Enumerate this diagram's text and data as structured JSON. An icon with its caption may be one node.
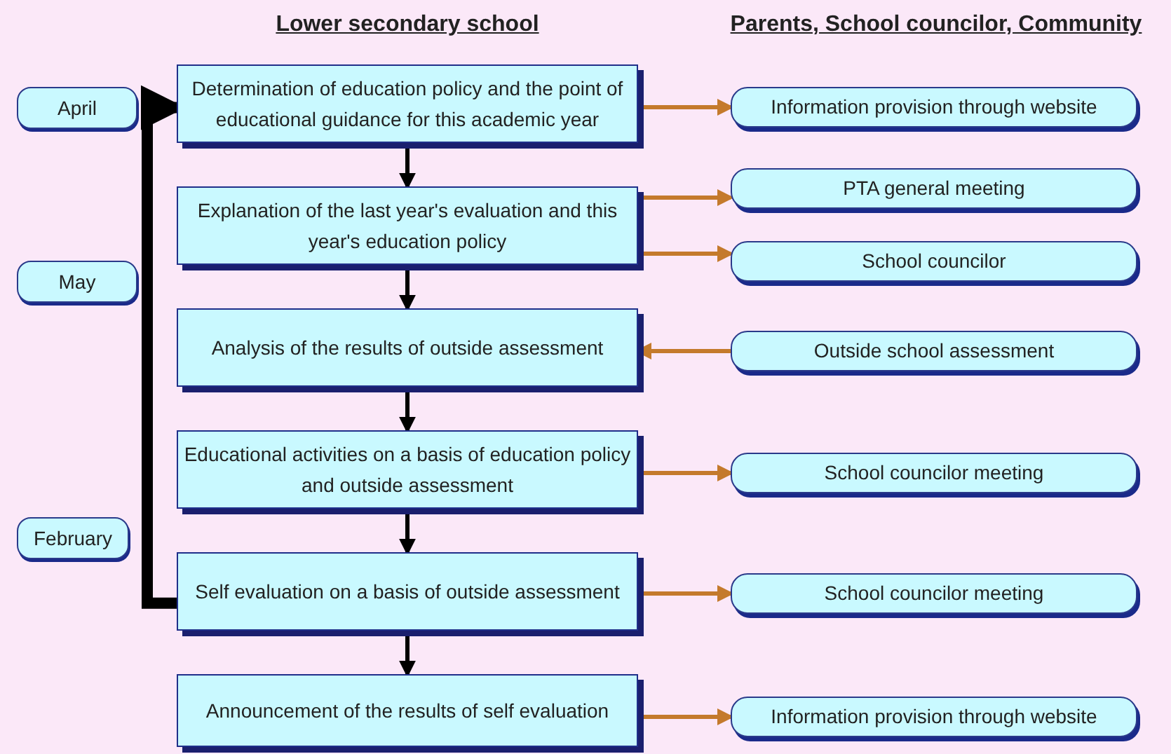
{
  "diagram": {
    "nodes": [
      {
        "text": [
          "Determination of education policy and the point of educational guidance for this academic year"
        ]
      },
      {
        "text": [
          "Explanation of the last year's evaluation and this year's education policy"
        ]
      },
      {
        "text": [
          "Analysis of the results of outside assessment"
        ]
      },
      {
        "text": [
          "Educational activities on a basis of education policy and outside assessment"
        ]
      },
      {
        "text": [
          "Self evaluation on a basis of outside assessment"
        ]
      },
      {
        "text": [
          "Announcement of the results of self evaluation"
        ]
      },
      {
        "text": [
          "Information provision through website"
        ]
      },
      {
        "text": [
          "PTA general meeting"
        ]
      },
      {
        "text": [
          "School councilor"
        ]
      },
      {
        "text": [
          "Outside school assessment"
        ]
      },
      {
        "text": [
          "School councilor meeting"
        ]
      },
      {
        "text": [
          "School councilor meeting"
        ]
      },
      {
        "text": [
          "Information provision through website"
        ]
      },
      {
        "text": [
          "April"
        ]
      },
      {
        "text": [
          "May"
        ]
      },
      {
        "text": [
          "February"
        ]
      }
    ],
    "edges": [
      {
        "from": 0,
        "to": 1,
        "arrow": "to",
        "color": "#000000"
      },
      {
        "from": 1,
        "to": 2,
        "arrow": "to",
        "color": "#000000"
      },
      {
        "from": 2,
        "to": 3,
        "arrow": "to",
        "color": "#000000"
      },
      {
        "from": 3,
        "to": 4,
        "arrow": "to",
        "color": "#000000"
      },
      {
        "from": 4,
        "to": 5,
        "arrow": "to",
        "color": "#000000"
      },
      {
        "from": 4,
        "to": 0,
        "arrow": "to",
        "style": "thick",
        "color": "#000000"
      },
      {
        "from": 0,
        "to": 6,
        "arrow": "to",
        "color": "#c47a2c"
      },
      {
        "from": 1,
        "to": 7,
        "arrow": "to",
        "color": "#c47a2c"
      },
      {
        "from": 1,
        "to": 8,
        "arrow": "to",
        "color": "#c47a2c"
      },
      {
        "from": 9,
        "to": 2,
        "arrow": "to",
        "color": "#c47a2c"
      },
      {
        "from": 3,
        "to": 10,
        "arrow": "to",
        "color": "#c47a2c"
      },
      {
        "from": 4,
        "to": 11,
        "arrow": "to",
        "color": "#c47a2c"
      },
      {
        "from": 5,
        "to": 12,
        "arrow": "to",
        "color": "#c47a2c"
      }
    ],
    "labels": [
      "Lower secondary school",
      "Parents, School councilor, Community"
    ]
  }
}
